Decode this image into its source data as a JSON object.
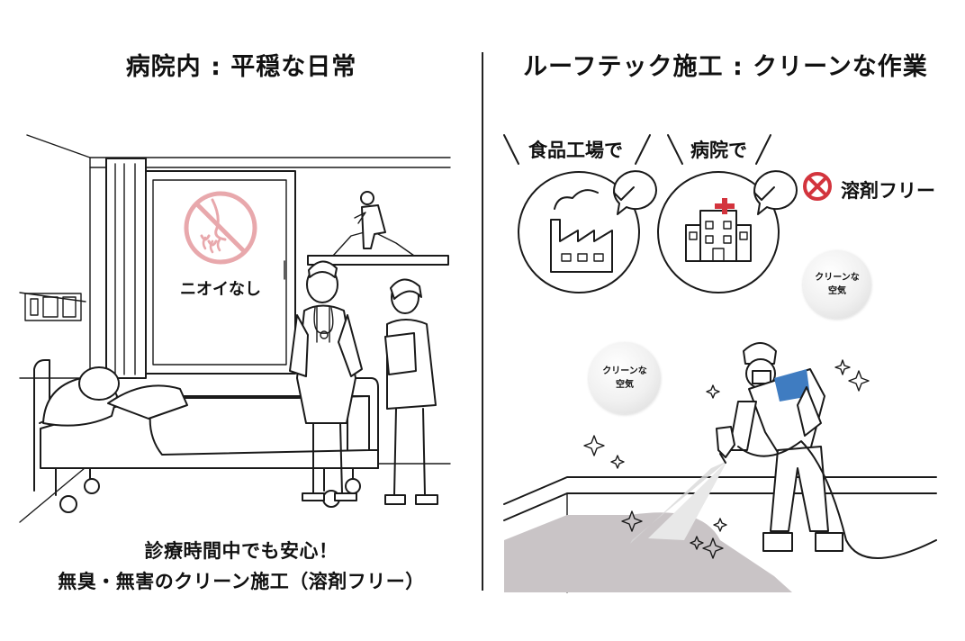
{
  "left_panel": {
    "title": "病院内 : 平穏な日常",
    "odor_label": "ニオイなし",
    "caption_line1": "診療時間中でも安心！",
    "caption_line2": "無臭・無害のクリーン施工（溶剤フリー）"
  },
  "right_panel": {
    "title": "ルーフテック施工 : クリーンな作業",
    "bubble_factory": "食品工場で",
    "bubble_hospital": "病院で",
    "solvent_free": "溶剤フリー",
    "clean_air_line1": "クリーンな",
    "clean_air_line2": "空気"
  },
  "colors": {
    "no_odor_sign": "#e8a8ac",
    "solvent_free_icon": "#d3343d",
    "hospital_cross": "#d3343d",
    "worker_vest": "#3f7cc1",
    "coated_roof": "#c9c4c6"
  },
  "icons": [
    "no-odor-icon",
    "factory-icon",
    "hospital-icon",
    "check-icon",
    "cross-circle-icon",
    "sparkle-icon"
  ]
}
